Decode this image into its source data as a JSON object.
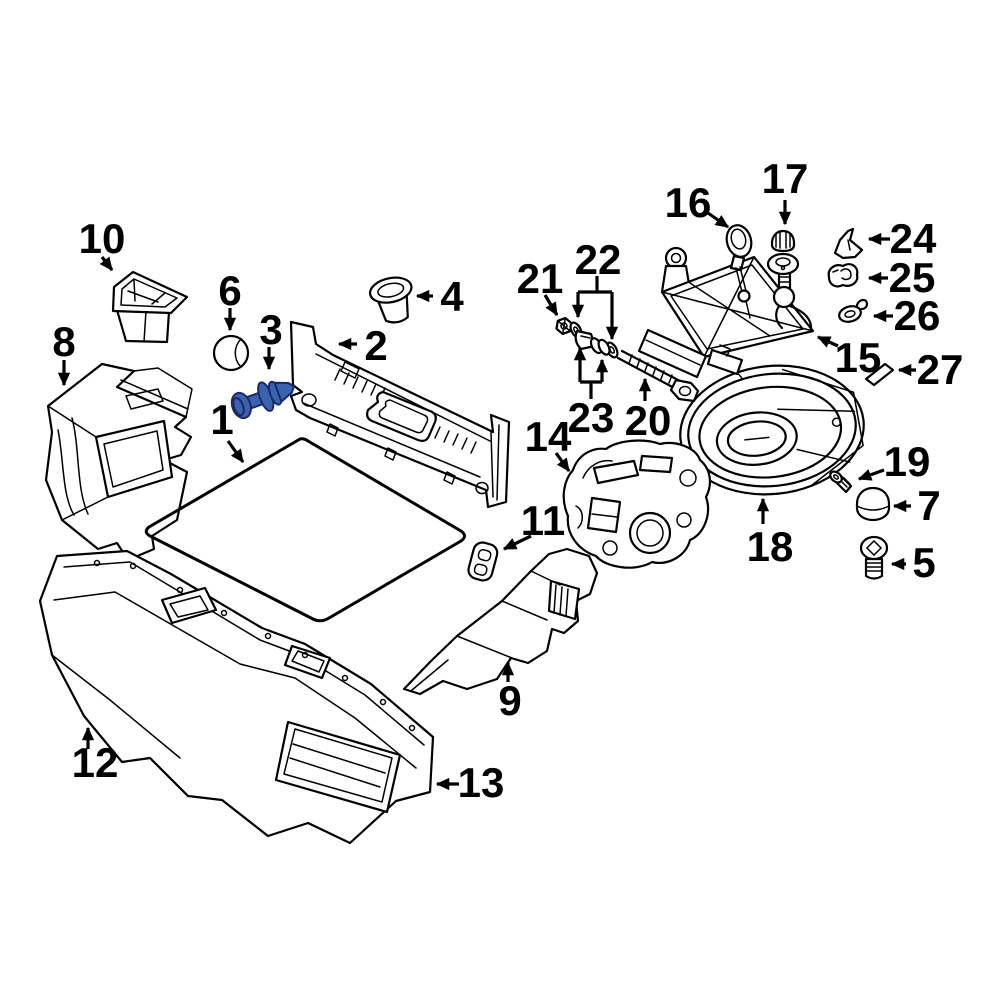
{
  "diagram": {
    "kind": "exploded parts diagram",
    "background_color": "#ffffff",
    "line_color": "#000000",
    "highlighted_part_number": "3",
    "highlight_fill": "#3a62ae",
    "highlight_stroke": "#1a2a66",
    "part_count": 27
  },
  "callouts": [
    {
      "num": "1"
    },
    {
      "num": "2"
    },
    {
      "num": "3"
    },
    {
      "num": "4"
    },
    {
      "num": "5"
    },
    {
      "num": "6"
    },
    {
      "num": "7"
    },
    {
      "num": "8"
    },
    {
      "num": "9"
    },
    {
      "num": "10"
    },
    {
      "num": "11"
    },
    {
      "num": "12"
    },
    {
      "num": "13"
    },
    {
      "num": "14"
    },
    {
      "num": "15"
    },
    {
      "num": "16"
    },
    {
      "num": "17"
    },
    {
      "num": "18"
    },
    {
      "num": "19"
    },
    {
      "num": "20"
    },
    {
      "num": "21"
    },
    {
      "num": "22"
    },
    {
      "num": "23"
    },
    {
      "num": "24"
    },
    {
      "num": "25"
    },
    {
      "num": "26"
    },
    {
      "num": "27"
    }
  ]
}
